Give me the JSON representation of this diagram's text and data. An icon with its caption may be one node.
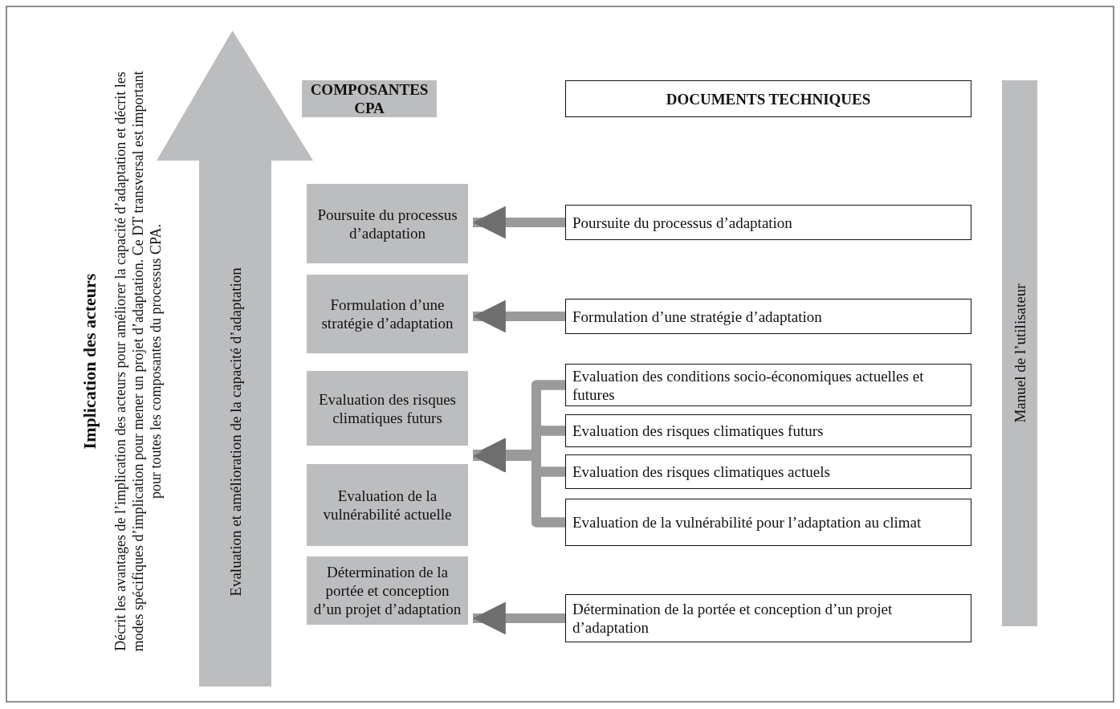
{
  "diagram": {
    "nodes": [
      {
        "text": [
          "Evaluation et amélioration de la capacité d’adaptation"
        ]
      },
      {
        "text": [
          "COMPOSANTES CPA"
        ]
      },
      {
        "text": [
          "DOCUMENTS TECHNIQUES"
        ]
      },
      {
        "text": [
          "Manuel de l’utilisateur"
        ]
      },
      {
        "text": [
          "Poursuite du processus d’adaptation"
        ]
      },
      {
        "text": [
          "Formulation d’une stratégie d’adaptation"
        ]
      },
      {
        "text": [
          "Evaluation des risques climatiques futurs"
        ]
      },
      {
        "text": [
          "Evaluation de la vulnérabilité actuelle"
        ]
      },
      {
        "text": [
          "Détermination de la portée et conception d’un projet d’adaptation"
        ]
      },
      {
        "text": [
          "Poursuite du processus d’adaptation"
        ]
      },
      {
        "text": [
          "Formulation d’une stratégie d’adaptation"
        ]
      },
      {
        "text": [
          "Evaluation des conditions socio-économiques actuelles et futures"
        ]
      },
      {
        "text": [
          "Evaluation des risques climatiques futurs"
        ]
      },
      {
        "text": [
          "Evaluation des risques climatiques actuels"
        ]
      },
      {
        "text": [
          "Evaluation de la vulnérabilité pour l’adaptation au climat"
        ]
      },
      {
        "text": [
          "Détermination de la portée et conception d’un projet d’adaptation"
        ]
      }
    ],
    "edges": [
      {
        "from": 9,
        "to": 4,
        "arrow": "to"
      },
      {
        "from": 10,
        "to": 5,
        "arrow": "to"
      },
      {
        "from": 11,
        "to": 6,
        "arrow": "to"
      },
      {
        "from": 12,
        "to": 6,
        "arrow": "to"
      },
      {
        "from": 13,
        "to": 6,
        "arrow": "to"
      },
      {
        "from": 14,
        "to": 6,
        "arrow": "to"
      },
      {
        "from": 11,
        "to": 7,
        "arrow": "to"
      },
      {
        "from": 12,
        "to": 7,
        "arrow": "to"
      },
      {
        "from": 13,
        "to": 7,
        "arrow": "to"
      },
      {
        "from": 14,
        "to": 7,
        "arrow": "to"
      },
      {
        "from": 15,
        "to": 8,
        "arrow": "to"
      }
    ],
    "labels": [
      "Implication des acteurs",
      "Décrit les avantages de l’implication des acteurs pour améliorer la capacité d’adaptation et décrit les modes spécifiques d’implication pour mener un projet d’adaptation. Ce DT transversal est important pour toutes les composantes du processus CPA."
    ]
  }
}
